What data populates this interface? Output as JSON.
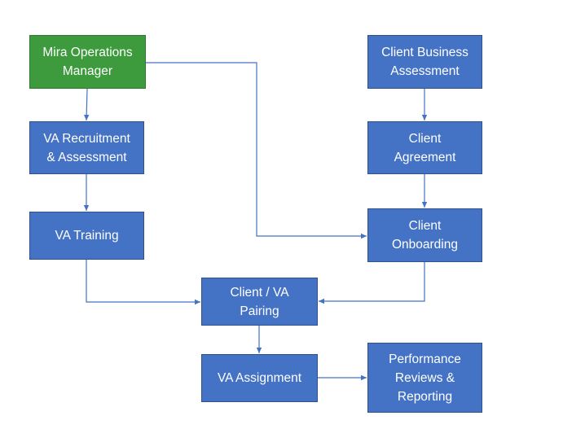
{
  "colors": {
    "blue": "#4472C4",
    "green": "#3D9B3D",
    "connector": "#4472C4"
  },
  "nodes": {
    "mira_ops_manager": "Mira Operations\nManager",
    "va_recruitment": "VA Recruitment\n& Assessment",
    "va_training": "VA Training",
    "client_business_assessment": "Client Business\nAssessment",
    "client_agreement": "Client\nAgreement",
    "client_onboarding": "Client\nOnboarding",
    "client_va_pairing": "Client / VA\nPairing",
    "va_assignment": "VA Assignment",
    "performance_reviews": "Performance\nReviews &\nReporting"
  },
  "edges": [
    {
      "from": "mira_ops_manager",
      "to": "va_recruitment"
    },
    {
      "from": "va_recruitment",
      "to": "va_training"
    },
    {
      "from": "mira_ops_manager",
      "to": "client_onboarding"
    },
    {
      "from": "client_business_assessment",
      "to": "client_agreement"
    },
    {
      "from": "client_agreement",
      "to": "client_onboarding"
    },
    {
      "from": "va_training",
      "to": "client_va_pairing"
    },
    {
      "from": "client_onboarding",
      "to": "client_va_pairing"
    },
    {
      "from": "client_va_pairing",
      "to": "va_assignment"
    },
    {
      "from": "va_assignment",
      "to": "performance_reviews"
    }
  ]
}
